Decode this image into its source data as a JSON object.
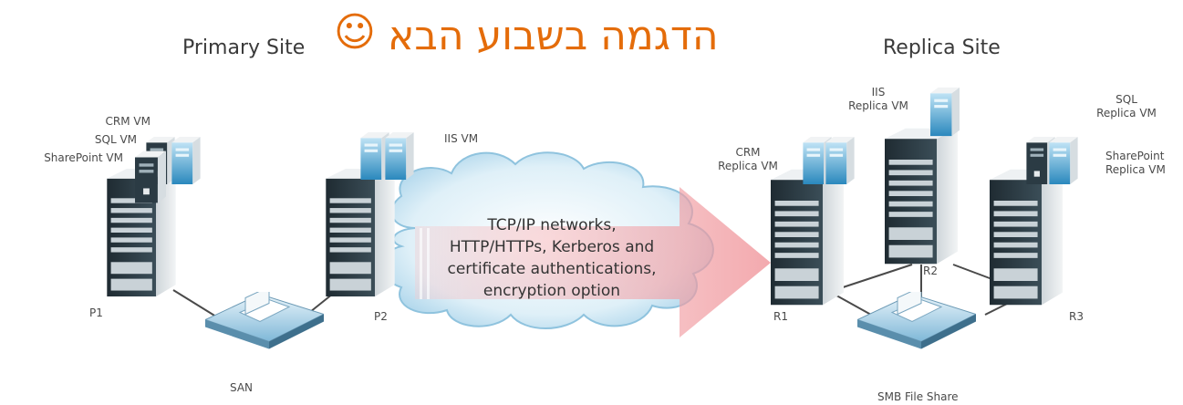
{
  "header": {
    "primary_site": "Primary Site",
    "replica_site": "Replica Site",
    "hebrew_title": "הדגמה בשבוע הבא",
    "smiley": "☺"
  },
  "primary": {
    "vm_labels": [
      "CRM VM",
      "SQL VM",
      "SharePoint VM"
    ],
    "iis_vm": "IIS VM",
    "p1": "P1",
    "p2": "P2",
    "san": "SAN"
  },
  "cloud": {
    "lines": [
      "TCP/IP networks,",
      "HTTP/HTTPs, Kerberos and",
      "certificate authentications,",
      "encryption option"
    ]
  },
  "replica": {
    "iis": [
      "IIS",
      "Replica VM"
    ],
    "sql": [
      "SQL",
      "Replica VM"
    ],
    "crm": [
      "CRM",
      "Replica VM"
    ],
    "sharepoint": [
      "SharePoint",
      "Replica VM"
    ],
    "r1": "R1",
    "r2": "R2",
    "r3": "R3",
    "smb": "SMB File Share"
  },
  "colors": {
    "title_orange": "#e46c0a",
    "server_dark": "#2b3b44",
    "server_blue": "#2c8fc2",
    "cloud_blue": "#cfe7f3",
    "arrow_red": "#f3a4a8"
  }
}
